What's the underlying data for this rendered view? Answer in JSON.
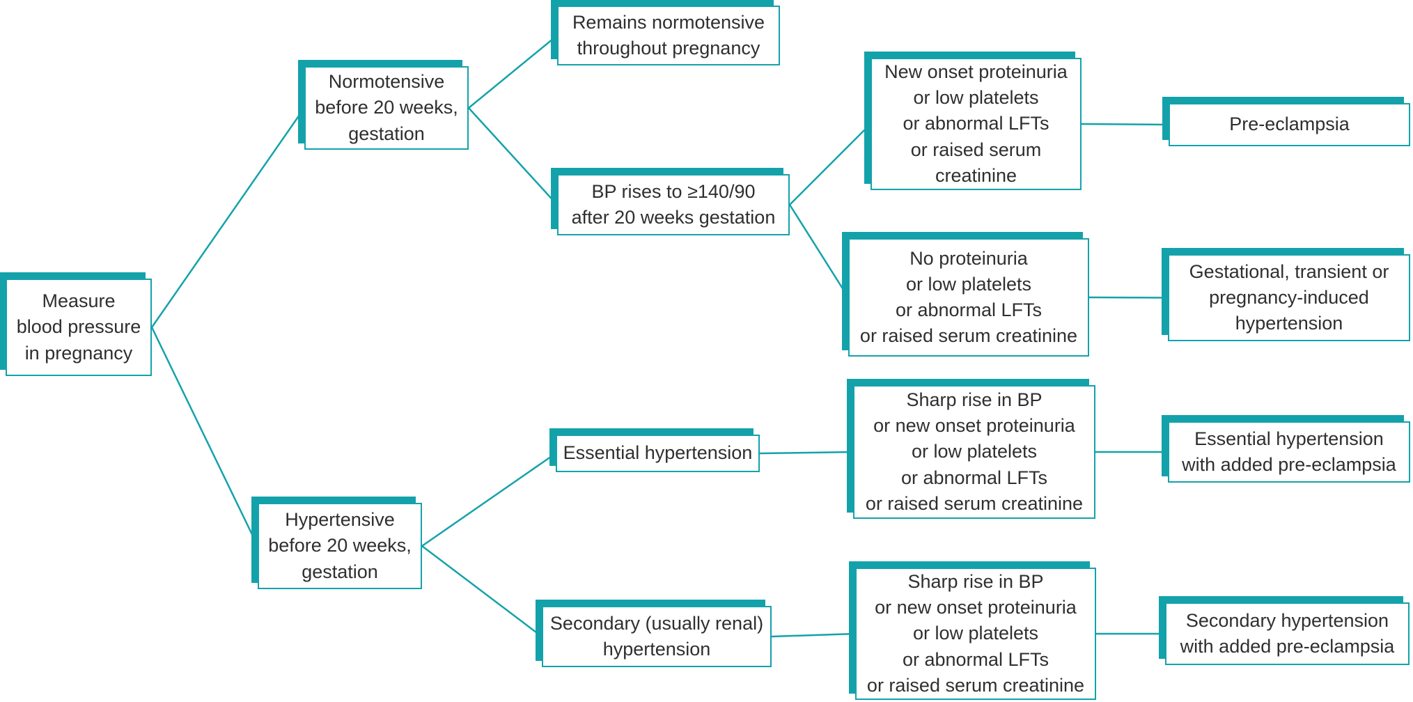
{
  "colors": {
    "teal": "#14a2aa",
    "text": "#2f2f2f",
    "background": "#ffffff"
  },
  "nodes": {
    "measure": {
      "text": "Measure\nblood pressure\nin  pregnancy"
    },
    "normotensive": {
      "text": "Normotensive\nbefore 20 weeks,\ngestation"
    },
    "remains": {
      "text": "Remains normotensive\nthroughout pregnancy"
    },
    "bp_rises": {
      "text": "BP rises to ≥140/90\nafter 20 weeks gestation"
    },
    "new_onset": {
      "text": "New onset proteinuria\nor low platelets\nor abnormal LFTs\nor  raised serum\ncreatinine"
    },
    "preeclampsia": {
      "text": "Pre-eclampsia"
    },
    "no_proteinuria": {
      "text": "No proteinuria\nor low platelets\nor abnormal LFTs\nor raised serum creatinine"
    },
    "gestational": {
      "text": "Gestational, transient or\npregnancy-induced\nhypertension"
    },
    "hypertensive": {
      "text": "Hypertensive\nbefore 20 weeks,\ngestation"
    },
    "essential": {
      "text": "Essential hypertension"
    },
    "sharp1": {
      "text": "Sharp rise in BP\nor new onset proteinuria\nor low  platelets\nor abnormal LFTs\nor raised serum creatinine"
    },
    "essential_added": {
      "text": "Essential hypertension\nwith added pre-eclampsia"
    },
    "secondary": {
      "text": "Secondary (usually renal)\nhypertension"
    },
    "sharp2": {
      "text": "Sharp rise in BP\nor new onset proteinuria\nor low platelets\nor abnormal LFTs\nor raised serum creatinine"
    },
    "secondary_added": {
      "text": "Secondary hypertension\nwith added pre-eclampsia"
    }
  },
  "edges": [
    {
      "from": "measure",
      "to": "normotensive"
    },
    {
      "from": "measure",
      "to": "hypertensive"
    },
    {
      "from": "normotensive",
      "to": "remains"
    },
    {
      "from": "normotensive",
      "to": "bp_rises"
    },
    {
      "from": "bp_rises",
      "to": "new_onset"
    },
    {
      "from": "bp_rises",
      "to": "no_proteinuria"
    },
    {
      "from": "new_onset",
      "to": "preeclampsia"
    },
    {
      "from": "no_proteinuria",
      "to": "gestational"
    },
    {
      "from": "hypertensive",
      "to": "essential"
    },
    {
      "from": "hypertensive",
      "to": "secondary"
    },
    {
      "from": "essential",
      "to": "sharp1"
    },
    {
      "from": "sharp1",
      "to": "essential_added"
    },
    {
      "from": "secondary",
      "to": "sharp2"
    },
    {
      "from": "sharp2",
      "to": "secondary_added"
    }
  ]
}
